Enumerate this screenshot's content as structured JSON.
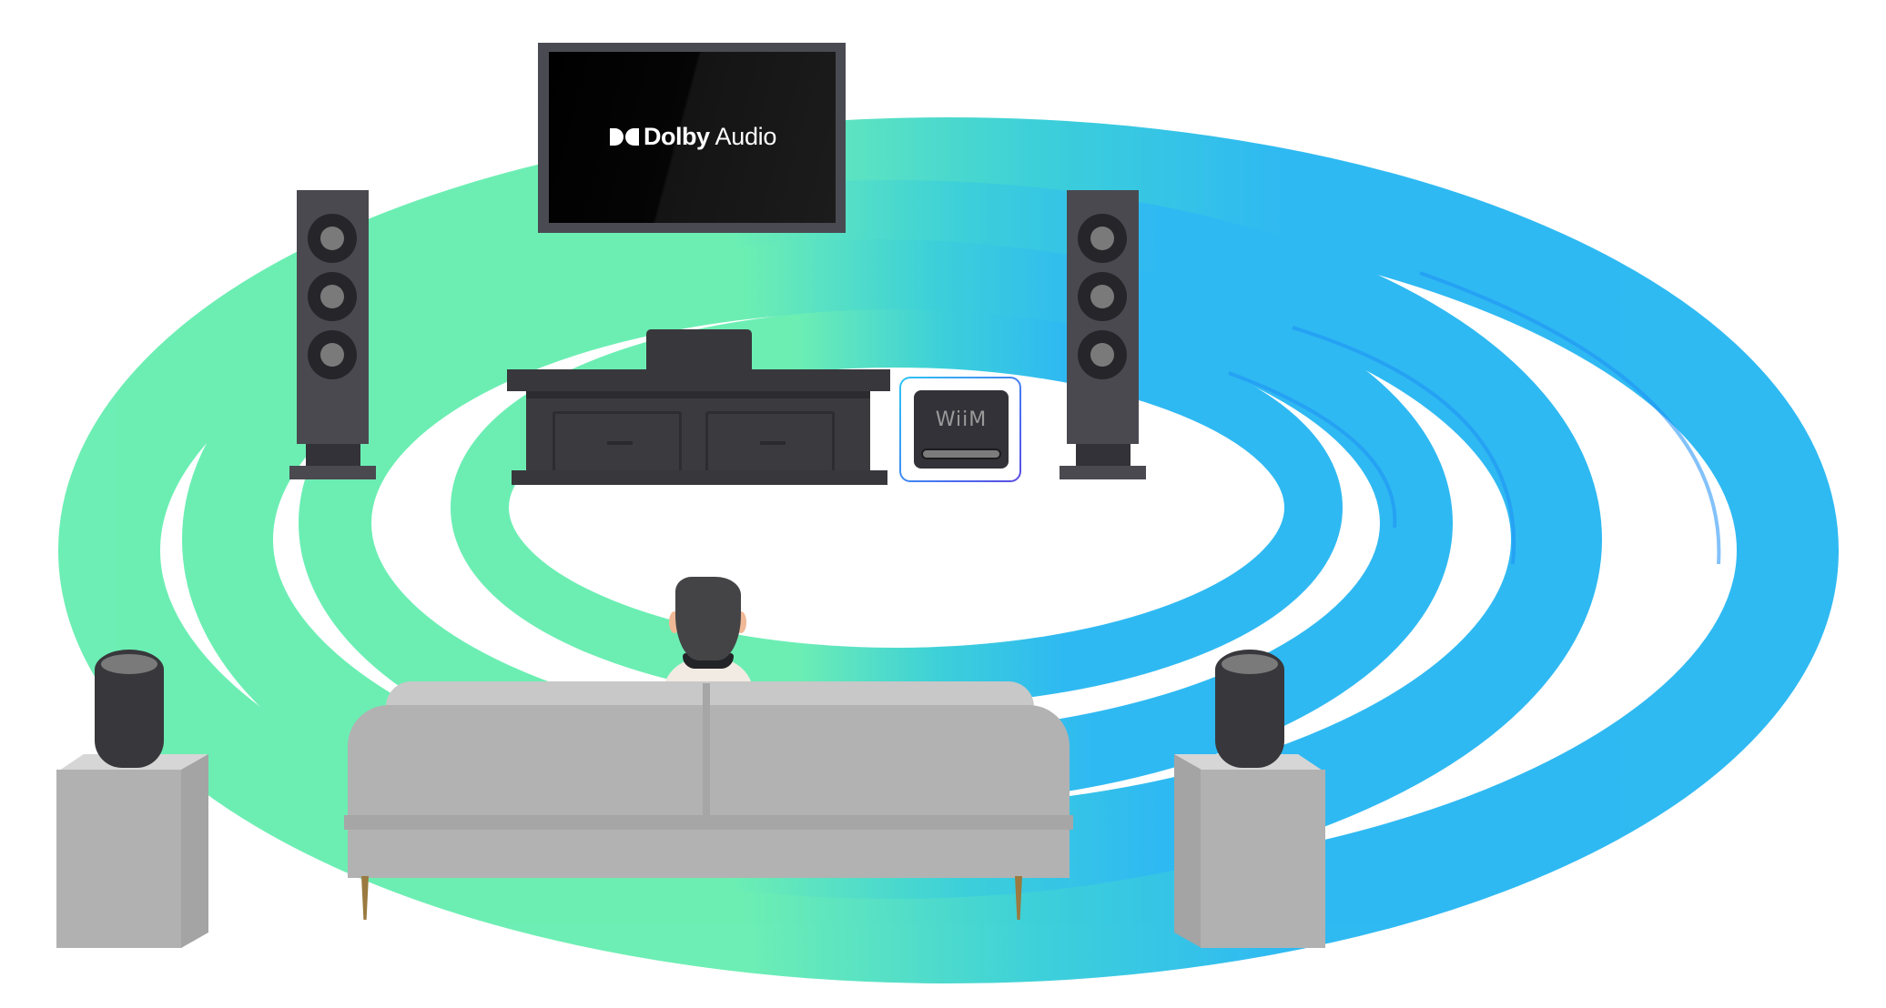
{
  "scene": {
    "description": "Home theater Dolby Audio surround setup illustration with WiiM streamer",
    "colors": {
      "ring_green": "#6aeeb2",
      "ring_cyan": "#3ad8d8",
      "ring_blue": "#2bb8f2",
      "ring_deep_blue": "#1e90f5",
      "device_dark": "#38383c",
      "tower_gray": "#4a4950",
      "pedestal_gray": "#b1b1b1",
      "sofa_gray": "#b2b2b2"
    }
  },
  "tv": {
    "logo_brand": "Dolby",
    "logo_product": "Audio",
    "logo_icon": "dolby-double-d-icon"
  },
  "wiim": {
    "logo": "WiiM"
  },
  "speakers": {
    "front_left": "tower-speaker",
    "front_right": "tower-speaker",
    "center": "center-speaker",
    "surround_left": "surround-speaker",
    "surround_right": "surround-speaker"
  }
}
